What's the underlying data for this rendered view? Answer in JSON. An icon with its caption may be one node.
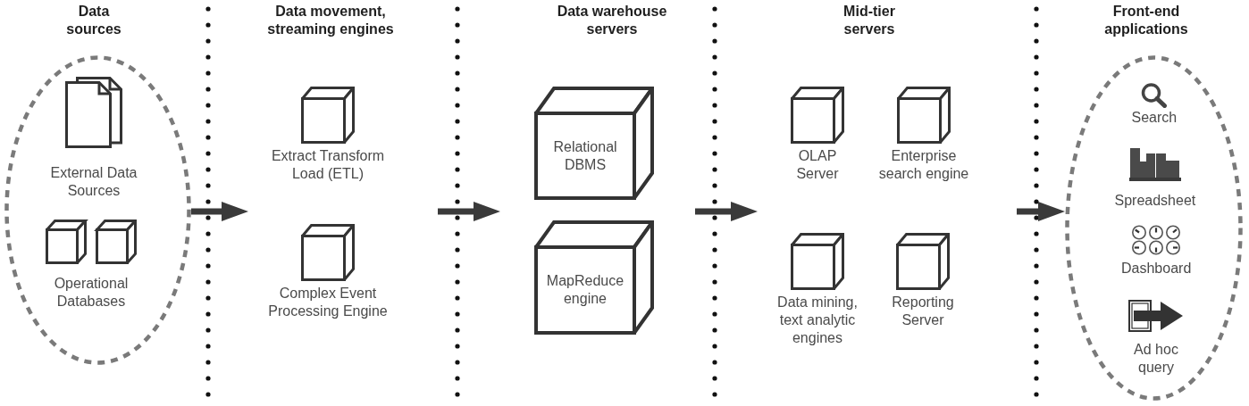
{
  "diagram": {
    "nodes": [
      {
        "text": [
          "Data sources"
        ]
      },
      {
        "text": [
          "External Data Sources"
        ],
        "in": 0
      },
      {
        "text": [
          "Operational Databases"
        ],
        "in": 0
      },
      {
        "text": [
          "Data movement, streaming engines"
        ]
      },
      {
        "text": [
          "Extract Transform Load (ETL)"
        ],
        "in": 3
      },
      {
        "text": [
          "Complex Event Processing Engine"
        ],
        "in": 3
      },
      {
        "text": [
          "Data warehouse servers"
        ]
      },
      {
        "text": [
          "Relational DBMS"
        ],
        "in": 6
      },
      {
        "text": [
          "MapReduce engine"
        ],
        "in": 6
      },
      {
        "text": [
          "Mid-tier servers"
        ]
      },
      {
        "text": [
          "OLAP Server"
        ],
        "in": 9
      },
      {
        "text": [
          "Enterprise search engine"
        ],
        "in": 9
      },
      {
        "text": [
          "Data mining, text analytic engines"
        ],
        "in": 9
      },
      {
        "text": [
          "Reporting Server"
        ],
        "in": 9
      },
      {
        "text": [
          "Front-end applications"
        ]
      },
      {
        "text": [
          "Search"
        ],
        "in": 14
      },
      {
        "text": [
          "Spreadsheet"
        ],
        "in": 14
      },
      {
        "text": [
          "Dashboard"
        ],
        "in": 14
      },
      {
        "text": [
          "Ad hoc query"
        ],
        "in": 14
      }
    ],
    "edges": [
      {
        "from": 0,
        "to": 3,
        "arrow": "to"
      },
      {
        "from": 3,
        "to": 6,
        "arrow": "to"
      },
      {
        "from": 6,
        "to": 9,
        "arrow": "to"
      },
      {
        "from": 9,
        "to": 14,
        "arrow": "to"
      }
    ]
  }
}
